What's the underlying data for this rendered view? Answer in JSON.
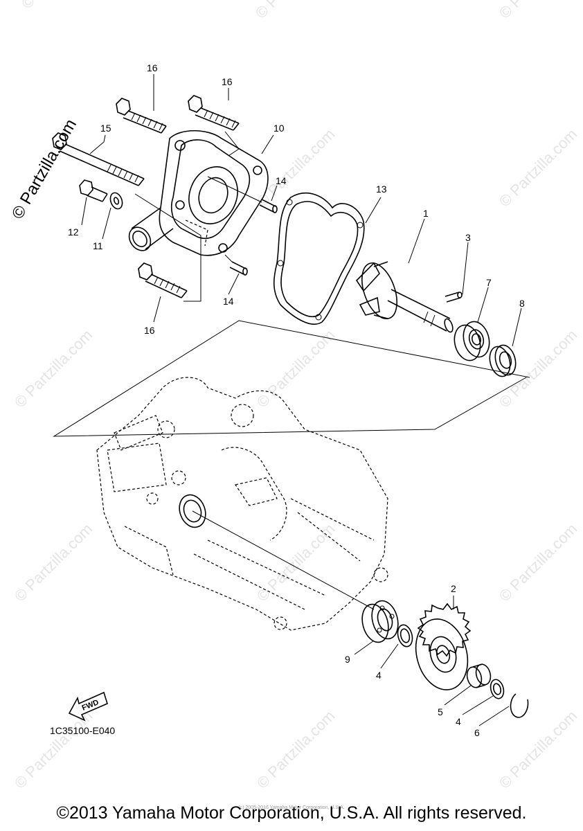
{
  "watermark": {
    "text": "© Partzilla.com",
    "corner_text": "© Partzilla.com"
  },
  "callouts": {
    "c1": "1",
    "c2": "2",
    "c3": "3",
    "c4a": "4",
    "c4b": "4",
    "c5": "5",
    "c6": "6",
    "c7": "7",
    "c8": "8",
    "c9": "9",
    "c10": "10",
    "c11": "11",
    "c12": "12",
    "c13": "13",
    "c14a": "14",
    "c14b": "14",
    "c15": "15",
    "c16a": "16",
    "c16b": "16",
    "c16c": "16"
  },
  "fwd_label": "FWD",
  "diagram_code": "1C35100-E040",
  "small_copyright": "(c) 2005-2016 Yamaha Motor Corporation, U.S.A.",
  "footer": "©2013 Yamaha Motor Corporation, U.S.A. All rights reserved."
}
